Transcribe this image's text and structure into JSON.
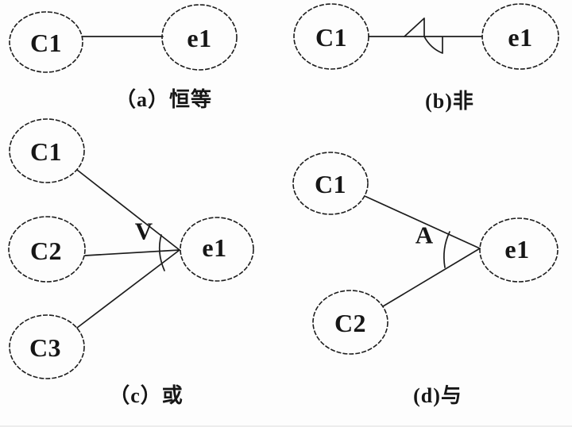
{
  "figure": {
    "description_labels": {
      "identity": "（a）恒等",
      "not": "(b)非",
      "or": "（c）或",
      "and": "(d)与"
    }
  },
  "colors": {
    "stroke": "#1c1c1c",
    "background": "#fdfdfd"
  },
  "panels": {
    "a": {
      "caption": "（a）恒等",
      "nodes": {
        "c1": "C1",
        "e1": "e1"
      }
    },
    "b": {
      "caption": "(b)非",
      "nodes": {
        "c1": "C1",
        "e1": "e1"
      }
    },
    "c": {
      "caption": "（c）或",
      "operator": "V",
      "nodes": {
        "c1": "C1",
        "c2": "C2",
        "c3": "C3",
        "e1": "e1"
      }
    },
    "d": {
      "caption": "(d)与",
      "operator": "A",
      "nodes": {
        "c1": "C1",
        "c2": "C2",
        "e1": "e1"
      }
    }
  }
}
